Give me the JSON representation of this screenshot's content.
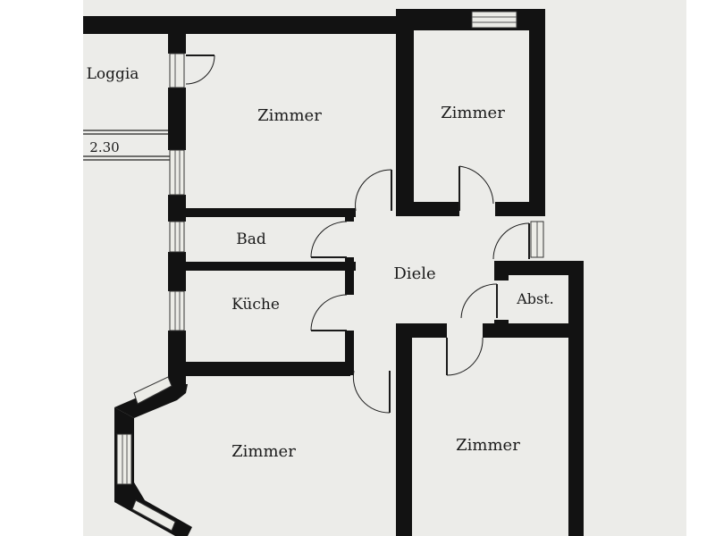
{
  "rooms": {
    "loggia": "Loggia",
    "zimmer_top_left": "Zimmer",
    "zimmer_top_right": "Zimmer",
    "bad": "Bad",
    "kueche": "Küche",
    "diele": "Diele",
    "abst": "Abst.",
    "zimmer_bottom_left": "Zimmer",
    "zimmer_bottom_right": "Zimmer"
  },
  "dimensions": {
    "loggia_width": "2.30"
  },
  "colors": {
    "paper": "#ecece9",
    "wall": "#121212"
  }
}
